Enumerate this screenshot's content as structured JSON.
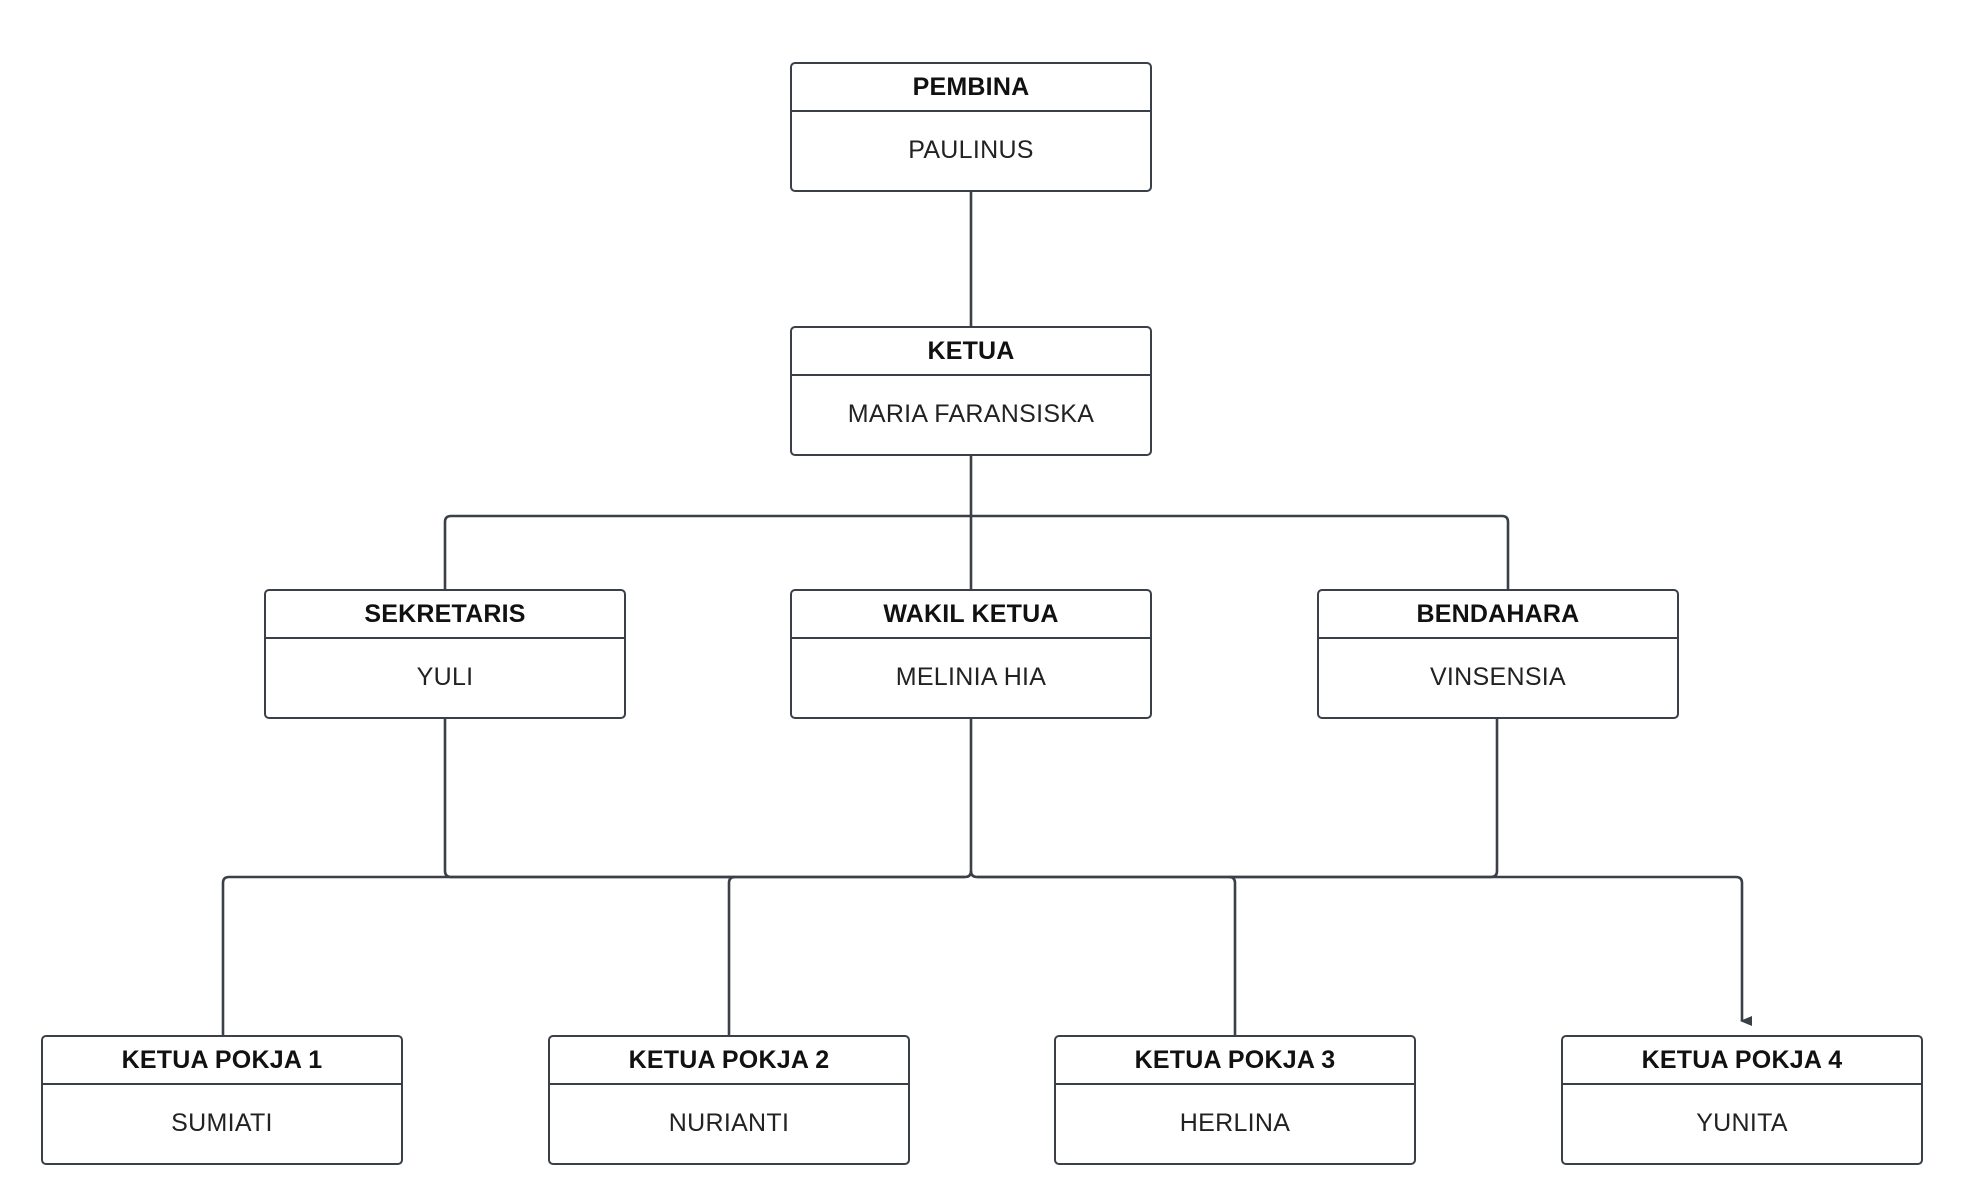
{
  "nodes": {
    "pembina": {
      "title": "PEMBINA",
      "name": "PAULINUS"
    },
    "ketua": {
      "title": "KETUA",
      "name": "MARIA FARANSISKA"
    },
    "sekretaris": {
      "title": "SEKRETARIS",
      "name": "YULI"
    },
    "wakil_ketua": {
      "title": "WAKIL KETUA",
      "name": "MELINIA HIA"
    },
    "bendahara": {
      "title": "BENDAHARA",
      "name": "VINSENSIA"
    },
    "pokja_1": {
      "title": "KETUA POKJA 1",
      "name": "SUMIATI"
    },
    "pokja_2": {
      "title": "KETUA POKJA 2",
      "name": "NURIANTI"
    },
    "pokja_3": {
      "title": "KETUA POKJA 3",
      "name": "HERLINA"
    },
    "pokja_4": {
      "title": "KETUA POKJA 4",
      "name": "YUNITA"
    }
  },
  "colors": {
    "line": "#3a3f48",
    "node_border": "#3a3f48",
    "background": "#ffffff"
  }
}
